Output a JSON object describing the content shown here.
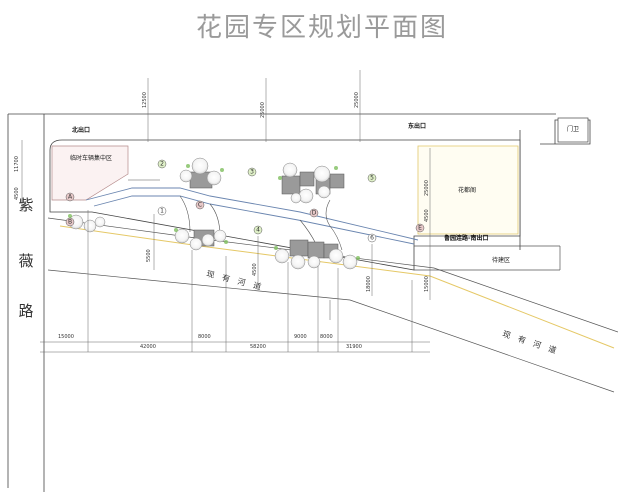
{
  "title": "花园专区规划平面图",
  "road": [
    "紫",
    "薇",
    "路"
  ],
  "river_label_1": [
    "现",
    "有",
    "河",
    "道"
  ],
  "river_label_2": [
    "现",
    "有",
    "河",
    "道"
  ],
  "labels": {
    "north_entrance": "北出口",
    "east_entrance": "东出口",
    "parking": "临时车辆集中区",
    "flower_shop": "花都阁",
    "pending": "待建区",
    "south_entrance": "鲁园连路-南出口",
    "corner_box": "门卫"
  },
  "markers": [
    "A",
    "B",
    "C",
    "D",
    "E",
    "1",
    "2",
    "3",
    "4",
    "5",
    "6"
  ],
  "dimensions": {
    "top_1": "12500",
    "top_2": "25000",
    "top_3": "25000",
    "left_1": "11700",
    "left_2": "4500",
    "mid_1": "5500",
    "mid_2": "4500",
    "mid_3": "18000",
    "right_1": "25000",
    "right_2": "4500",
    "right_3": "15000",
    "bot_a1": "15000",
    "bot_a2": "8000",
    "bot_a3": "9000",
    "bot_a4": "8000",
    "bot_b1": "42000",
    "bot_b2": "58200",
    "bot_b3": "31900"
  }
}
